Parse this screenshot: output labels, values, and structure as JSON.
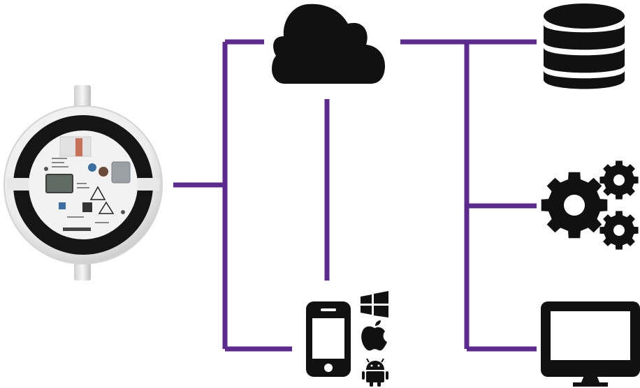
{
  "colors": {
    "connector": "#5b2a8f",
    "icon": "#111111",
    "background": "#ffffff",
    "device_body": "#eeeeee",
    "device_ring": "#151515",
    "pcb": "#f2f2f2"
  },
  "nodes": {
    "device": {
      "icon": "sensor-device-photo"
    },
    "cloud": {
      "icon": "cloud-icon"
    },
    "mobile": {
      "icon": "smartphone-icon",
      "platforms": [
        "windows-logo",
        "apple-logo",
        "android-logo"
      ]
    },
    "database": {
      "icon": "database-icon"
    },
    "processing": {
      "icon": "gears-icon"
    },
    "dashboard": {
      "icon": "monitor-icon"
    }
  }
}
